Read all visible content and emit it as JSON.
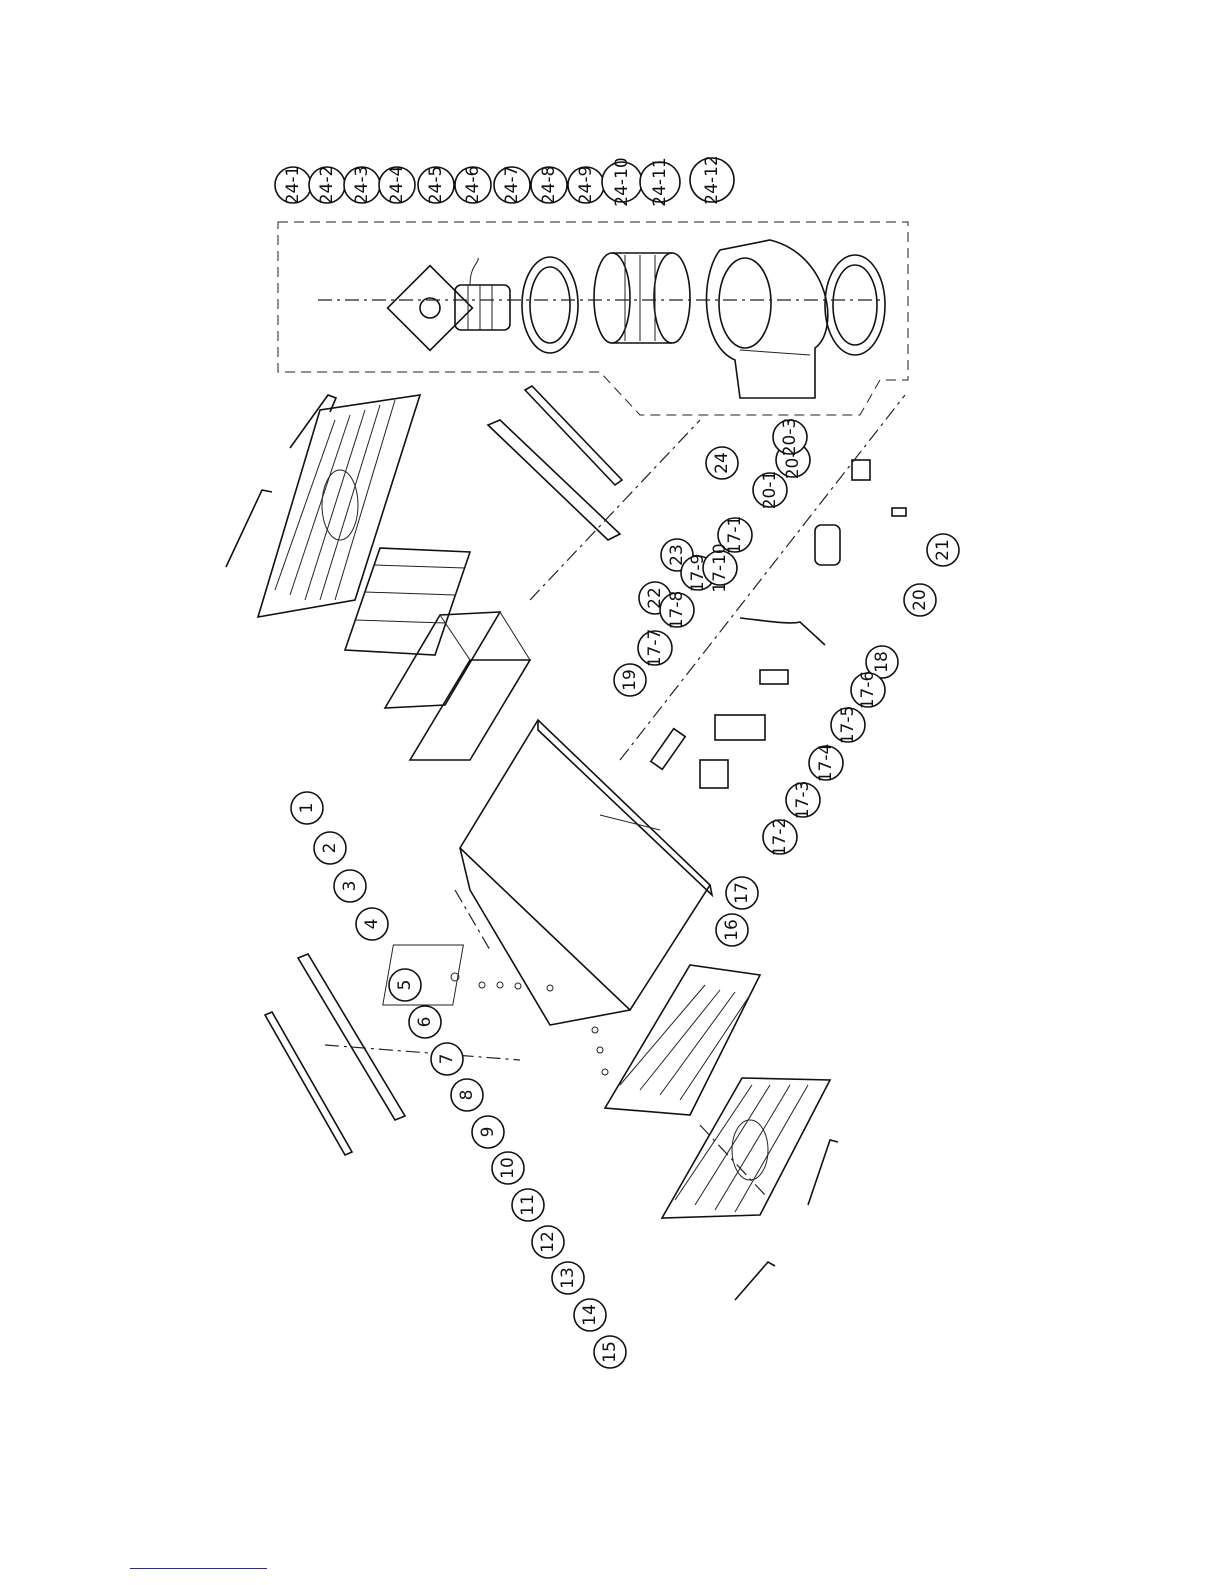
{
  "diagram": {
    "callouts_main": [
      "1",
      "2",
      "3",
      "4",
      "5",
      "6",
      "7",
      "8",
      "9",
      "10",
      "11",
      "12",
      "13",
      "14",
      "15",
      "16",
      "17",
      "18",
      "19",
      "20",
      "21",
      "22",
      "23",
      "24"
    ],
    "callouts_blower": [
      "24-1",
      "24-2",
      "24-3",
      "24-4",
      "24-5",
      "24-6",
      "24-7",
      "24-8",
      "24-9",
      "24-10",
      "24-11",
      "24-12"
    ],
    "callouts_control": [
      "17-1",
      "17-2",
      "17-3",
      "17-4",
      "17-5",
      "17-6",
      "17-7",
      "17-8",
      "17-9",
      "17-10"
    ],
    "callouts_remote": [
      "20-1",
      "20-2",
      "20-3"
    ]
  }
}
